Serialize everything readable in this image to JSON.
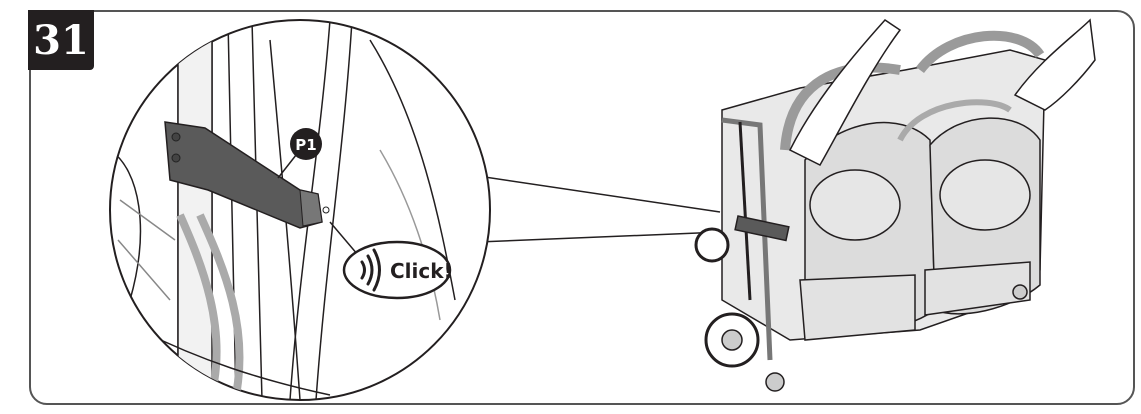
{
  "step": {
    "number": "31"
  },
  "callouts": {
    "part_label": "P1",
    "sound_label": "Click!"
  },
  "icons": {
    "sound": "sound-waves-icon"
  },
  "colors": {
    "badge_bg": "#231f20",
    "part_bar": "#5a5a5a",
    "line": "#231f20"
  }
}
